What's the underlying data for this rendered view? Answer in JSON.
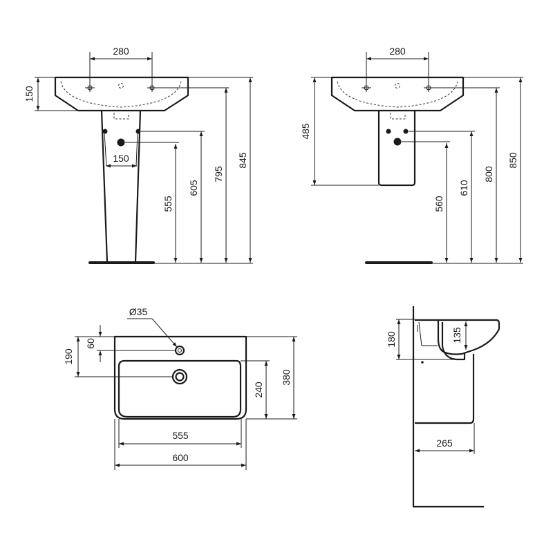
{
  "pedestal_front_view": {
    "tap_spacing": "280",
    "basin_height": "150",
    "pedestal_hole_spacing": "150",
    "waste_height": "555",
    "supply_height": "605",
    "tap_height": "795",
    "total_height": "845"
  },
  "semi_pedestal_front_view": {
    "tap_spacing": "280",
    "basin_to_pedestal_bottom": "485",
    "waste_height": "560",
    "supply_height": "610",
    "tap_height": "800",
    "total_height": "850"
  },
  "plan_view": {
    "tap_hole_diameter": "Ø35",
    "tap_hole_offset": "60",
    "waste_offset": "190",
    "bowl_depth": "240",
    "total_depth": "380",
    "bowl_width": "555",
    "total_width": "600"
  },
  "side_view": {
    "basin_height": "180",
    "bowl_depth": "135",
    "pedestal_projection": "265"
  }
}
